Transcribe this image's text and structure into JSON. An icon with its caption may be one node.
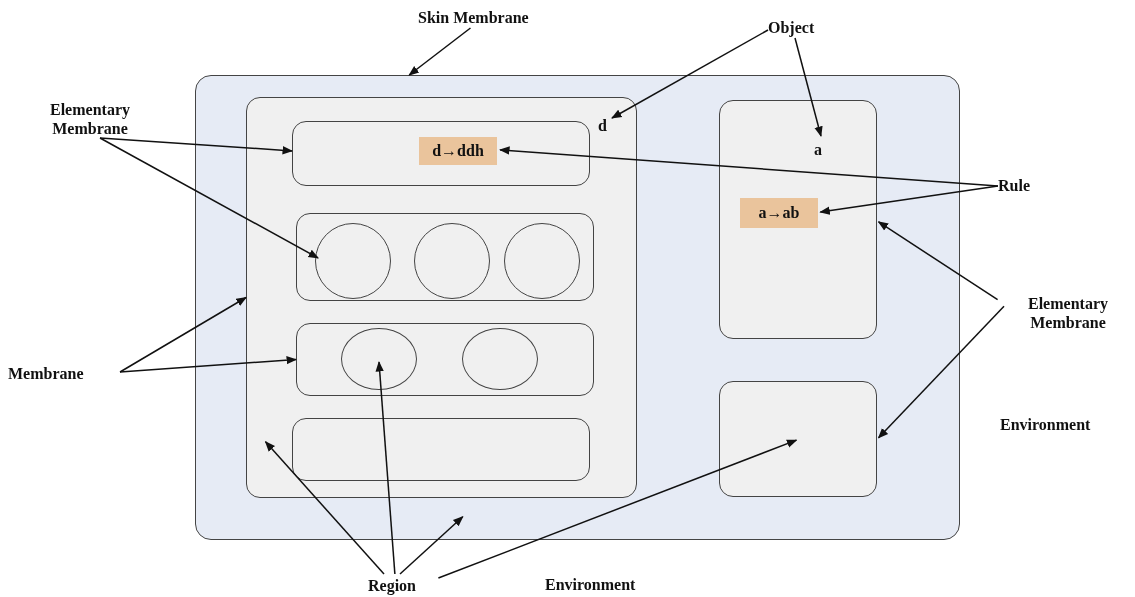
{
  "diagram": {
    "nodes": [
      {
        "text": [],
        "shape": "box"
      },
      {
        "text": [],
        "shape": "box",
        "in": 0
      },
      {
        "text": [],
        "shape": "box",
        "in": 1
      },
      {
        "text": [
          "d→ddh"
        ],
        "in": 2
      },
      {
        "text": [],
        "shape": "box",
        "in": 1
      },
      {
        "text": [],
        "shape": "circle",
        "in": 4
      },
      {
        "text": [],
        "shape": "circle",
        "in": 4
      },
      {
        "text": [],
        "shape": "circle",
        "in": 4
      },
      {
        "text": [],
        "shape": "box",
        "in": 1
      },
      {
        "text": [],
        "shape": "circle",
        "in": 8
      },
      {
        "text": [],
        "shape": "circle",
        "in": 8
      },
      {
        "text": [],
        "shape": "box",
        "in": 1
      },
      {
        "text": [
          "d"
        ],
        "in": 1
      },
      {
        "text": [],
        "shape": "box",
        "in": 0
      },
      {
        "text": [
          "a"
        ],
        "in": 13
      },
      {
        "text": [
          "a→ab"
        ],
        "in": 13
      },
      {
        "text": [],
        "shape": "box",
        "in": 0
      },
      {
        "text": [
          "Skin Membrane"
        ]
      },
      {
        "text": [
          "Object"
        ]
      },
      {
        "text": [
          "Elementary Membrane"
        ]
      },
      {
        "text": [
          "Rule"
        ]
      },
      {
        "text": [
          "Elementary Membrane"
        ]
      },
      {
        "text": [
          "Membrane"
        ]
      },
      {
        "text": [
          "Region"
        ]
      }
    ],
    "edges": [
      {
        "from": 17,
        "to": 0,
        "arrow": "to"
      },
      {
        "from": 18,
        "to": 12,
        "arrow": "to"
      },
      {
        "from": 18,
        "to": 14,
        "arrow": "to"
      },
      {
        "from": 19,
        "to": 2,
        "arrow": "to"
      },
      {
        "from": 19,
        "to": 5,
        "arrow": "to"
      },
      {
        "from": 20,
        "to": 3,
        "arrow": "to"
      },
      {
        "from": 20,
        "to": 15,
        "arrow": "to"
      },
      {
        "from": 21,
        "to": 13,
        "arrow": "to"
      },
      {
        "from": 21,
        "to": 16,
        "arrow": "to"
      },
      {
        "from": 22,
        "to": 1,
        "arrow": "to"
      },
      {
        "from": 22,
        "to": 8,
        "arrow": "to"
      },
      {
        "from": 23,
        "to": 1,
        "arrow": "to"
      },
      {
        "from": 23,
        "to": 9,
        "arrow": "to"
      },
      {
        "from": 23,
        "to": 0,
        "arrow": "to"
      },
      {
        "from": 23,
        "to": 16,
        "arrow": "to"
      }
    ],
    "labels": [
      "Environment",
      "Environment"
    ]
  }
}
